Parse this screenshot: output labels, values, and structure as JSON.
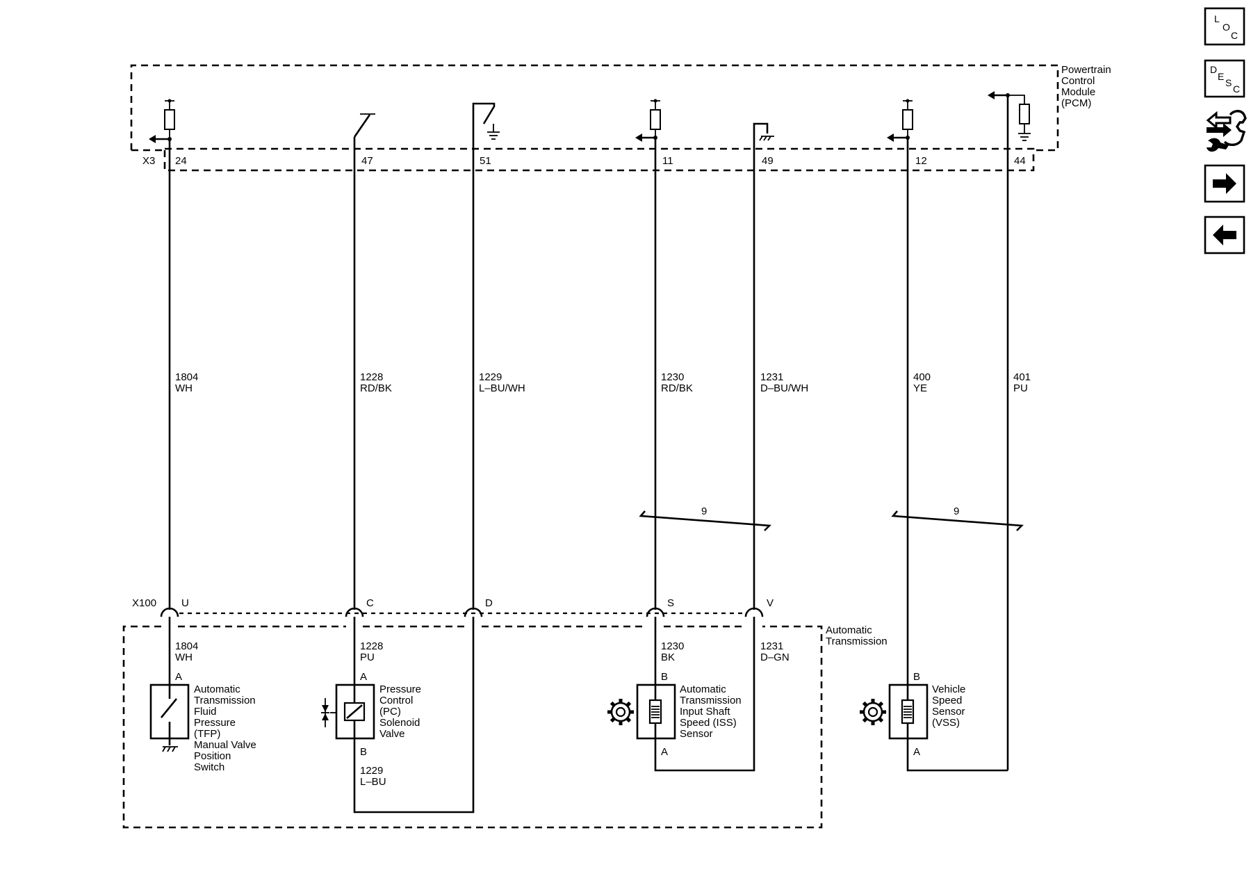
{
  "modules": {
    "pcm": {
      "label_lines": [
        "Powertrain",
        "Control",
        "Module",
        "(PCM)"
      ],
      "connector": "X3"
    },
    "transmission": {
      "label_lines": [
        "Automatic",
        "Transmission"
      ],
      "connector": "X100"
    }
  },
  "pcm_pins": [
    "24",
    "47",
    "51",
    "11",
    "49",
    "12",
    "44"
  ],
  "x100_pins": [
    "U",
    "C",
    "D",
    "S",
    "V"
  ],
  "circuits_upper": [
    {
      "num": "1804",
      "color": "WH"
    },
    {
      "num": "1228",
      "color": "RD/BK"
    },
    {
      "num": "1229",
      "color": "L–BU/WH"
    },
    {
      "num": "1230",
      "color": "RD/BK"
    },
    {
      "num": "1231",
      "color": "D–BU/WH"
    },
    {
      "num": "400",
      "color": "YE"
    },
    {
      "num": "401",
      "color": "PU"
    }
  ],
  "circuits_lower": [
    {
      "num": "1804",
      "color": "WH"
    },
    {
      "num": "1228",
      "color": "PU"
    },
    {
      "num": "1230",
      "color": "BK"
    },
    {
      "num": "1231",
      "color": "D–GN"
    },
    {
      "num": "1229",
      "color": "L–BU"
    }
  ],
  "twist_labels": [
    "9",
    "9"
  ],
  "components": {
    "tfp": {
      "label_lines": [
        "Automatic",
        "Transmission",
        "Fluid",
        "Pressure",
        "(TFP)",
        "Manual Valve",
        "Position",
        "Switch"
      ],
      "terminal": "A"
    },
    "pc": {
      "label_lines": [
        "Pressure",
        "Control",
        "(PC)",
        "Solenoid",
        "Valve"
      ],
      "terminals": [
        "A",
        "B"
      ]
    },
    "iss": {
      "label_lines": [
        "Automatic",
        "Transmission",
        "Input Shaft",
        "Speed (ISS)",
        "Sensor"
      ],
      "terminals": [
        "B",
        "A"
      ]
    },
    "vss": {
      "label_lines": [
        "Vehicle",
        "Speed",
        "Sensor",
        "(VSS)"
      ],
      "terminals": [
        "B",
        "A"
      ]
    }
  },
  "nav": {
    "loc": [
      "L",
      "O",
      "C"
    ],
    "desc": [
      "D",
      "E",
      "S",
      "C"
    ],
    "icons": [
      "connector-wrench-icon",
      "arrow-right-icon",
      "arrow-left-icon"
    ]
  }
}
